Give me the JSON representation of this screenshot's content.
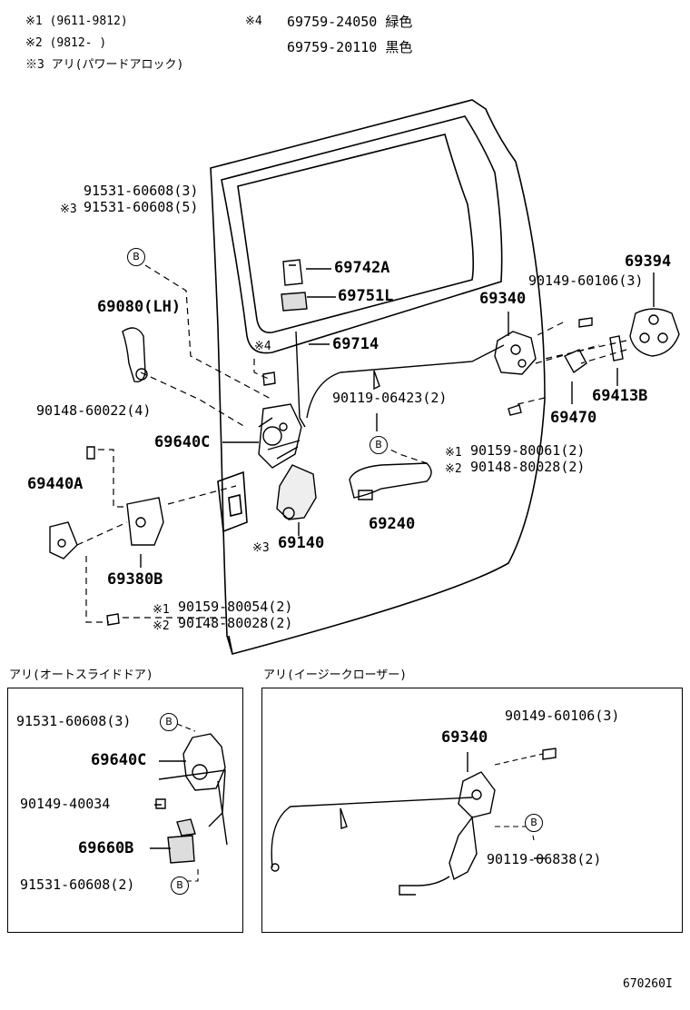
{
  "notes": {
    "n1": "※1 (9611-9812)",
    "n2": "※2 (9812-      )",
    "n3": "※3 アリ(パワードアロック)",
    "n4_mark": "※4",
    "n4_a": "69759-24050 緑色",
    "n4_b": "69759-20110 黒色"
  },
  "main": {
    "p_91531_a": "91531-60608(3)",
    "p_91531_b": "91531-60608(5)",
    "mark3a": "※3",
    "p_69742A": "69742A",
    "p_69751L": "69751L",
    "p_69394": "69394",
    "p_90149_a": "90149-60106(3)",
    "p_69340": "69340",
    "p_69080": "69080(LH)",
    "mark4": "※4",
    "p_69714": "69714",
    "p_90119": "90119-06423(2)",
    "p_69413B": "69413B",
    "p_69470": "69470",
    "p_90148_a": "90148-60022(4)",
    "p_69640C": "69640C",
    "mark1a": "※1",
    "p_90159_a": "90159-80061(2)",
    "mark2a": "※2",
    "p_90148_b": "90148-80028(2)",
    "p_69440A": "69440A",
    "p_69240": "69240",
    "mark3b": "※3",
    "p_69140": "69140",
    "p_69380B": "69380B",
    "mark1b": "※1",
    "p_90159_b": "90159-80054(2)",
    "mark2b": "※2",
    "p_90148_c": "90148-80028(2)",
    "badge": "B"
  },
  "left_inset": {
    "heading": "アリ(オートスライドドア)",
    "p_91531_c": "91531-60608(3)",
    "p_69640C": "69640C",
    "p_90149_b": "90149-40034",
    "p_69660B": "69660B",
    "p_91531_d": "91531-60608(2)"
  },
  "right_inset": {
    "heading": "アリ(イージークローザー)",
    "p_90149_c": "90149-60106(3)",
    "p_69340": "69340",
    "p_90119_b": "90119-06838(2)"
  },
  "footer": {
    "code": "670260I"
  }
}
